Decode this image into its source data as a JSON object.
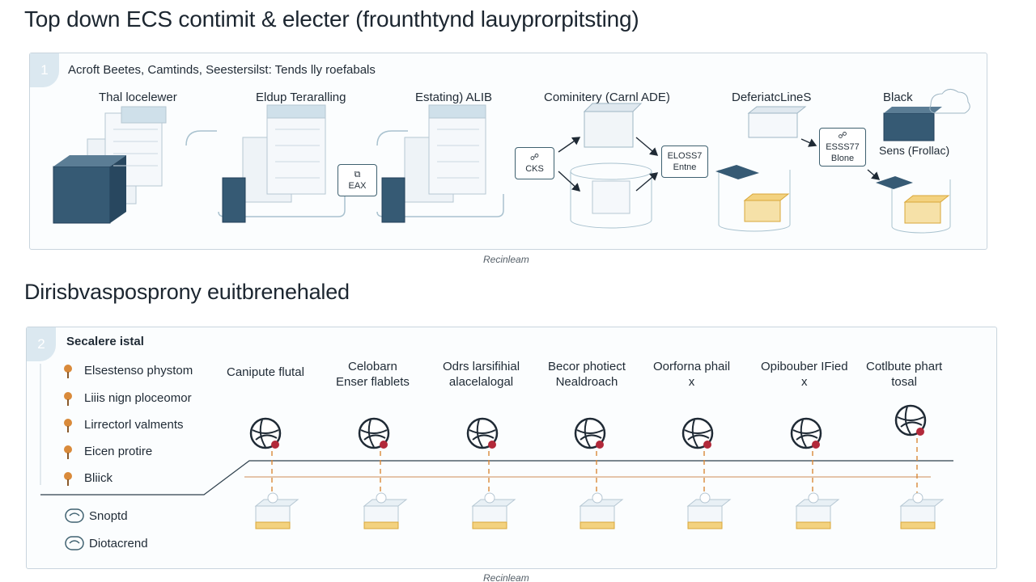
{
  "titles": {
    "main": "Top down ECS contimit & electer (frounthtynd lauyprorpitsting)",
    "second": "Dirisbvasposprony euitbrenehaled"
  },
  "panel1": {
    "badge": "1",
    "subtitle": "Acroft Beetes, Camtinds, Seestersilst: Tends lly roefabals",
    "caption": "Recinleam",
    "labels": {
      "load_balancer": "Thal locelewer",
      "setup": "Eldup Teraralling",
      "existing": "Estating) ALIB",
      "community": "Cominitery (Carnl ADE)",
      "deferential": "DeferiatcLineS",
      "black": "Black",
      "sens": "Sens (Frollac)"
    },
    "boxes": {
      "eax": "EAX",
      "ecs_top": "☍",
      "ecs": "CKS",
      "eloss_top": "ELOSS7",
      "eloss": "Entne",
      "esst_top": "ESSS77",
      "esst": "Blone"
    }
  },
  "panel2": {
    "badge": "2",
    "heading": "Secalere istal",
    "caption": "Recinleam",
    "list": [
      "Elsestenso phystom",
      "Liiis nign ploceomor",
      "Lirrectorl valments",
      "Eicen protire",
      "Bliick"
    ],
    "legend": [
      "Snoptd",
      "Diotacrend"
    ],
    "columns": [
      [
        "Canipute flutal",
        ""
      ],
      [
        "Celobarn",
        "Enser flablets"
      ],
      [
        "Odrs larsifihial",
        "alacelalogal"
      ],
      [
        "Becor photiect",
        "Nealdroach"
      ],
      [
        "Oorforna phail",
        "x"
      ],
      [
        "Opibouber IFied",
        "x"
      ],
      [
        "Cotlbute phart",
        "tosal"
      ]
    ]
  },
  "colors": {
    "accent": "#3f6170",
    "server_dark": "#365a74",
    "gold": "#e3b64c",
    "panel_border": "#c9d5de"
  }
}
